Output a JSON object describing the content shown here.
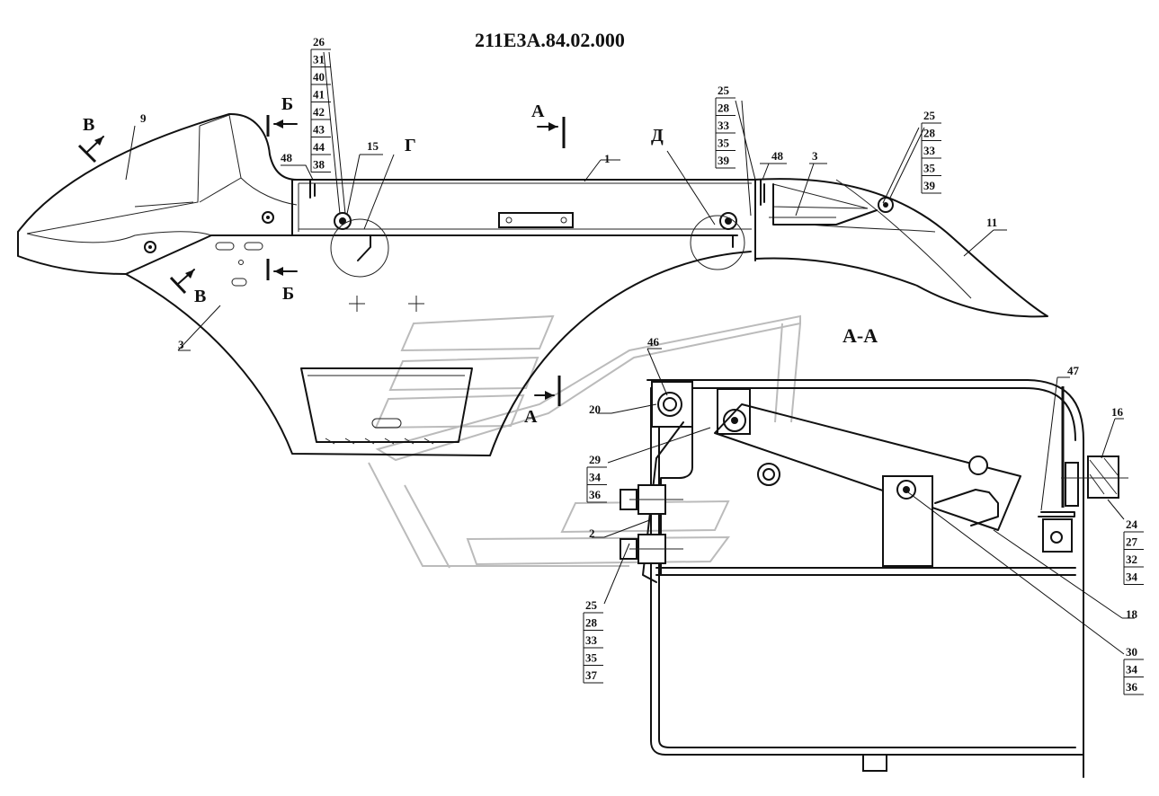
{
  "title": "211Е3А.84.02.000",
  "section_labels": {
    "aa_heading": "А-А",
    "a_top": "А",
    "a_bottom": "А",
    "b_top": "Б",
    "b_bottom": "Б",
    "v_top": "В",
    "v_bottom": "В",
    "g": "Г",
    "d": "Д"
  },
  "callouts": {
    "stack_top_left": [
      "26",
      "31",
      "40",
      "41",
      "42",
      "43",
      "44",
      "38"
    ],
    "stack_top_mid": [
      "25",
      "28",
      "33",
      "35",
      "39"
    ],
    "stack_top_right": [
      "25",
      "28",
      "33",
      "35",
      "39"
    ],
    "stack_bottom_left": [
      "25",
      "28",
      "33",
      "35",
      "37"
    ],
    "stack_right_24": [
      "24",
      "27",
      "32",
      "34"
    ],
    "stack_right_30": [
      "30",
      "34",
      "36"
    ],
    "stack_left_29": [
      "29",
      "34",
      "36"
    ],
    "p9": "9",
    "p15": "15",
    "p48a": "48",
    "p48b": "48",
    "p1": "1",
    "p3a": "3",
    "p3b": "3",
    "p11": "11",
    "p46": "46",
    "p20": "20",
    "p2": "2",
    "p47": "47",
    "p16": "16",
    "p18": "18"
  }
}
